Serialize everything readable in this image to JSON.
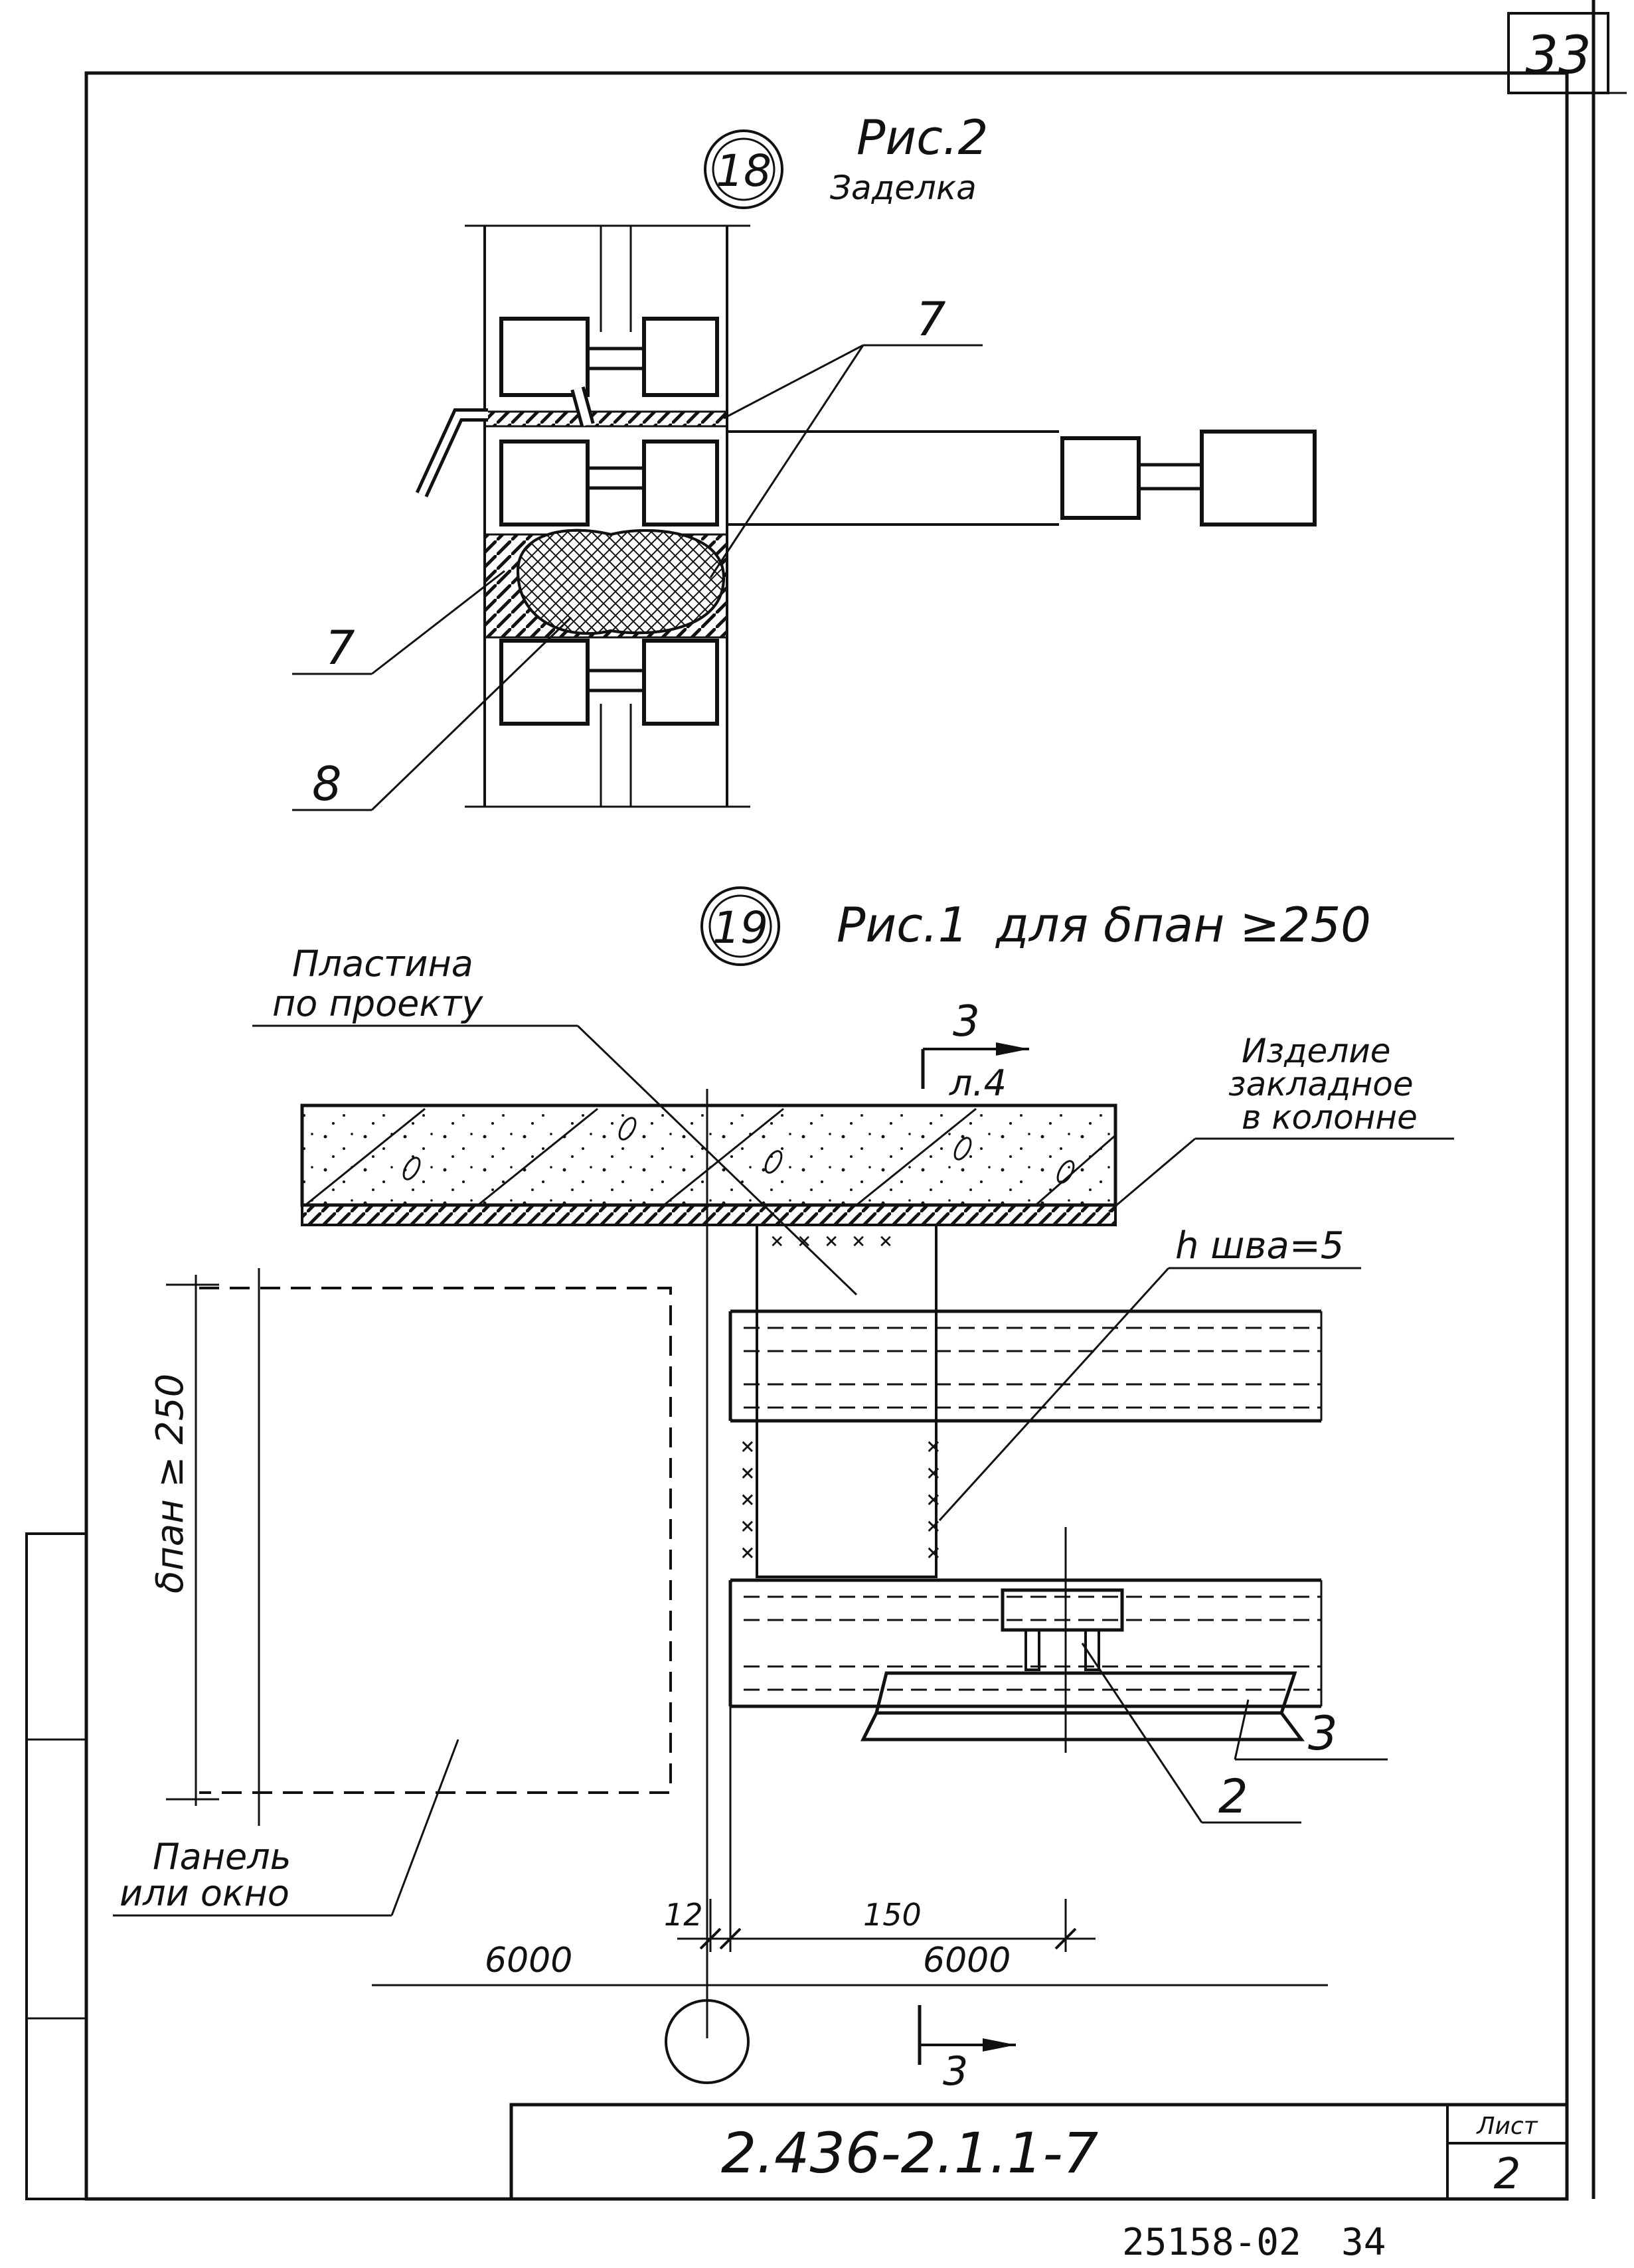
{
  "sheet": {
    "page_number": "33",
    "document_code": "2.436-2.1.1-7",
    "sheet_label": "Лист",
    "sheet_number": "2",
    "archive_number": "25158-02",
    "archive_page": "34"
  },
  "node18": {
    "number": "18",
    "figure": "Рис.2",
    "caption": "Заделка",
    "callouts": [
      "7",
      "7",
      "8"
    ]
  },
  "node19": {
    "number": "19",
    "figure": "Рис.1",
    "condition": "для δпан ≥250",
    "plate_line1": "Пластина",
    "plate_line2": "по проекту",
    "embed_line1": "Изделие",
    "embed_line2": "закладное",
    "embed_line3": "в колонне",
    "section_mark": "3",
    "section_sheet": "л.4",
    "weld": "h шва=5",
    "thickness": "δпан ≥ 250",
    "panel_line1": "Панель",
    "panel_line2": "или окно",
    "dim_12": "12",
    "dim_150": "150",
    "span_left": "6000",
    "span_right": "6000",
    "callout_2": "2",
    "callout_3": "3",
    "section_bottom": "3"
  }
}
